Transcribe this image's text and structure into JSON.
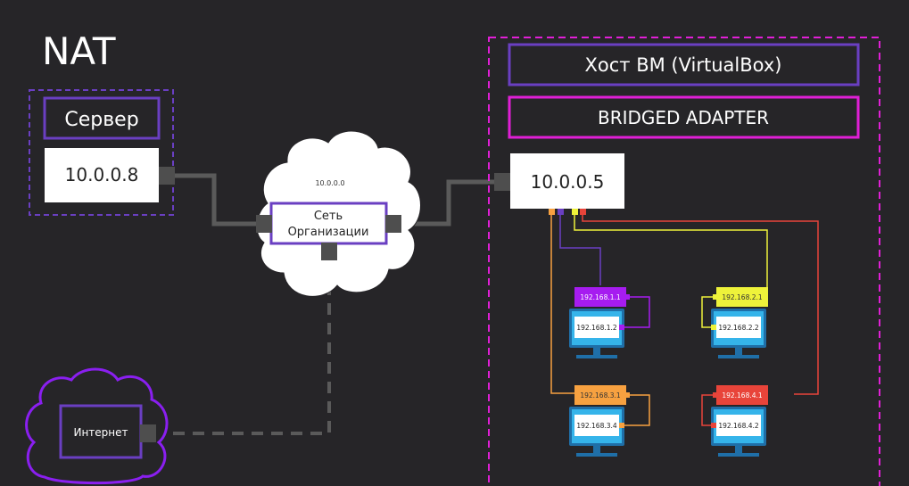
{
  "title": "NAT",
  "server": {
    "label": "Сервер",
    "ip": "10.0.0.8"
  },
  "org_cloud": {
    "subnet": "10.0.0.0",
    "label_line1": "Сеть",
    "label_line2": "Организации"
  },
  "internet": {
    "label": "Интернет"
  },
  "host": {
    "title": "Хост ВМ (VirtualBox)",
    "adapter": "BRIDGED ADAPTER",
    "ip": "10.0.0.5"
  },
  "vms": [
    {
      "adapter_ip": "192.168.1.1",
      "guest_ip": "192.168.1.2",
      "color": "#a61cf0",
      "text_color": "#ffffff"
    },
    {
      "adapter_ip": "192.168.2.1",
      "guest_ip": "192.168.2.2",
      "color": "#eef23a",
      "text_color": "#333333"
    },
    {
      "adapter_ip": "192.168.3.1",
      "guest_ip": "192.168.3.4",
      "color": "#f7a140",
      "text_color": "#333333"
    },
    {
      "adapter_ip": "192.168.4.1",
      "guest_ip": "192.168.4.2",
      "color": "#e8443a",
      "text_color": "#ffffff"
    }
  ],
  "colors": {
    "background": "#262528",
    "accent_purple": "#6a3fc2",
    "accent_magenta": "#e01fd6",
    "connector": "#4e4e4e",
    "monitor_frame": "#1f6fa8",
    "monitor_screen": "#35b4ea"
  }
}
